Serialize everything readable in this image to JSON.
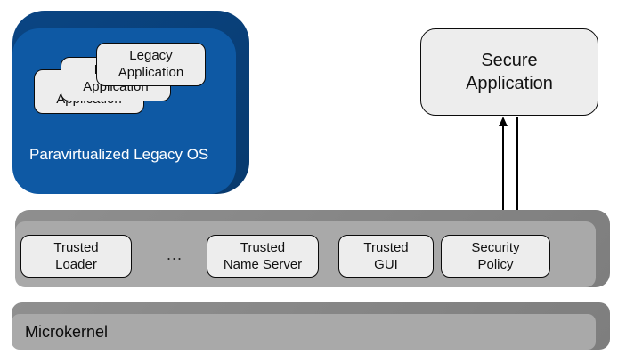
{
  "diagram": {
    "legacy_os": {
      "label": "Paravirtualized Legacy OS",
      "apps": [
        {
          "label": "Legacy\nApplication"
        },
        {
          "label": "Legacy\nApplication"
        },
        {
          "label": "Legacy\nApplication"
        }
      ]
    },
    "secure_app": {
      "label": "Secure\nApplication"
    },
    "services": {
      "ellipsis": "...",
      "items": [
        {
          "label": "Trusted\nLoader"
        },
        {
          "label": "Trusted\nName Server"
        },
        {
          "label": "Trusted\nGUI"
        },
        {
          "label": "Security\nPolicy"
        }
      ]
    },
    "microkernel": {
      "label": "Microkernel"
    },
    "colors": {
      "legacy_os_face": "#0e59a4",
      "legacy_os_bevel": "#083a6e",
      "bar_face": "#a9a9a9",
      "bar_bevel": "#868686",
      "node_fill": "#ededed",
      "node_border": "#0b0b0b",
      "os_label_text": "#ffffff",
      "arrow": "#000000"
    }
  }
}
